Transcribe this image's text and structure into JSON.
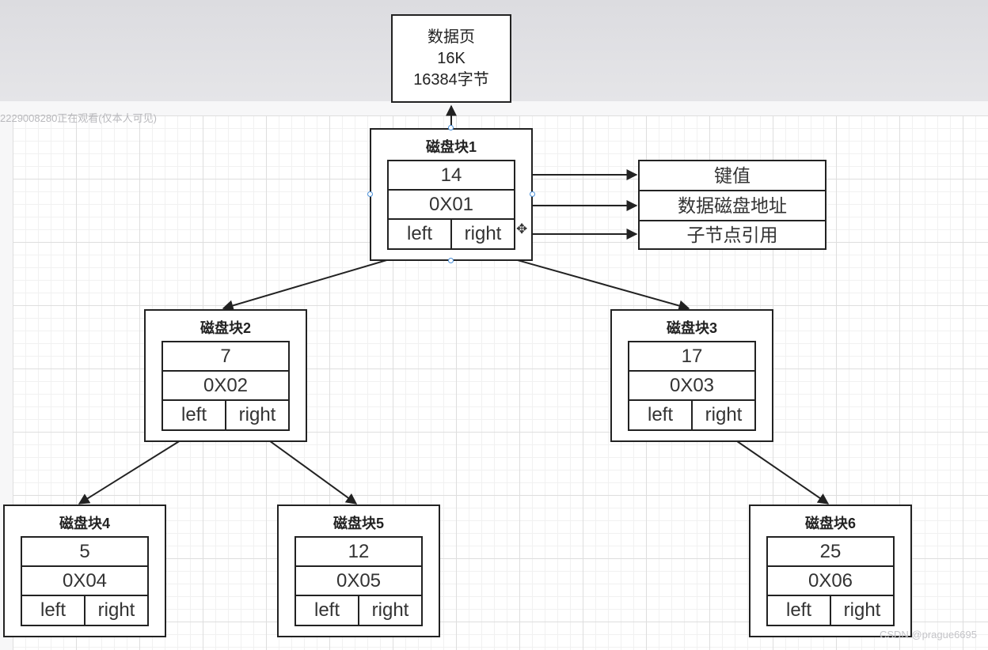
{
  "page": {
    "line1": "数据页",
    "line2": "16K",
    "line3": "16384字节"
  },
  "watermark": "2229008280正在观看(仅本人可见)",
  "credit": "CSDN @prague6695",
  "legend": {
    "key": "键值",
    "addr": "数据磁盘地址",
    "child": "子节点引用"
  },
  "blocks": [
    {
      "title": "磁盘块1",
      "key": "14",
      "addr": "0X01",
      "left": "left",
      "right": "right"
    },
    {
      "title": "磁盘块2",
      "key": "7",
      "addr": "0X02",
      "left": "left",
      "right": "right"
    },
    {
      "title": "磁盘块3",
      "key": "17",
      "addr": "0X03",
      "left": "left",
      "right": "right"
    },
    {
      "title": "磁盘块4",
      "key": "5",
      "addr": "0X04",
      "left": "left",
      "right": "right"
    },
    {
      "title": "磁盘块5",
      "key": "12",
      "addr": "0X05",
      "left": "left",
      "right": "right"
    },
    {
      "title": "磁盘块6",
      "key": "25",
      "addr": "0X06",
      "left": "left",
      "right": "right"
    }
  ],
  "icons": {
    "move_cursor": "move-cursor-icon"
  }
}
